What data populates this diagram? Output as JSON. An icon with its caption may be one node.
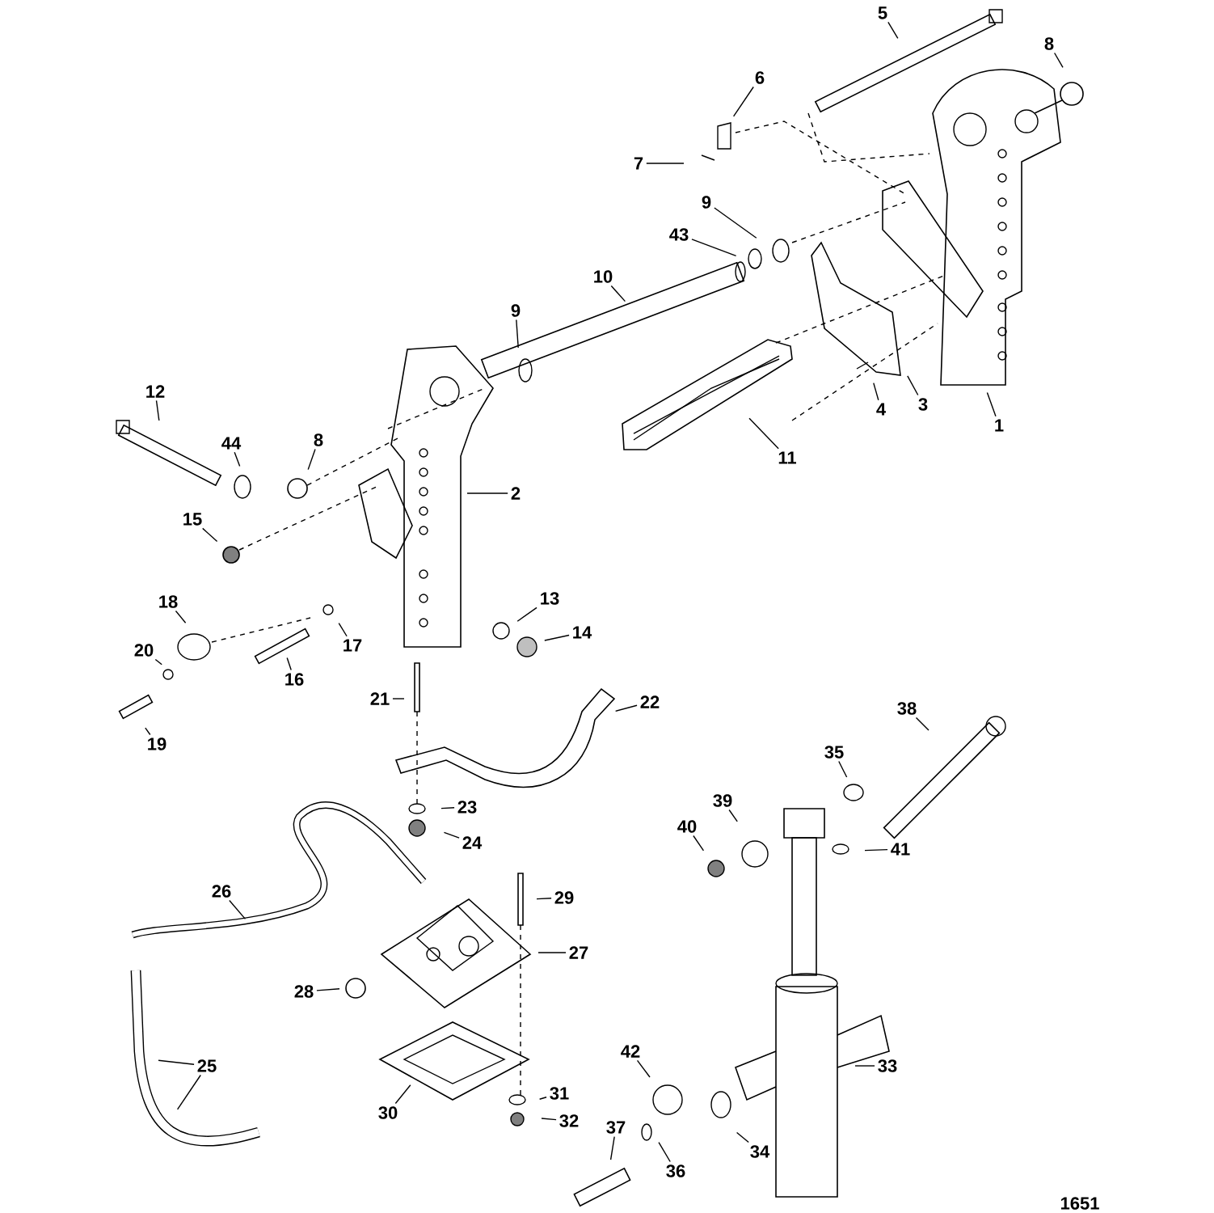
{
  "diagram": {
    "nodes": [
      {
        "text": [
          "5"
        ]
      },
      {
        "text": [
          "8"
        ]
      },
      {
        "text": [
          "6"
        ]
      },
      {
        "text": [
          "7"
        ]
      },
      {
        "text": [
          "9"
        ]
      },
      {
        "text": [
          "43"
        ]
      },
      {
        "text": [
          "10"
        ]
      },
      {
        "text": [
          "9"
        ]
      },
      {
        "text": [
          "12"
        ]
      },
      {
        "text": [
          "3"
        ]
      },
      {
        "text": [
          "4"
        ]
      },
      {
        "text": [
          "1"
        ]
      },
      {
        "text": [
          "8"
        ]
      },
      {
        "text": [
          "44"
        ]
      },
      {
        "text": [
          "11"
        ]
      },
      {
        "text": [
          "2"
        ]
      },
      {
        "text": [
          "15"
        ]
      },
      {
        "text": [
          "18"
        ]
      },
      {
        "text": [
          "13"
        ]
      },
      {
        "text": [
          "14"
        ]
      },
      {
        "text": [
          "17"
        ]
      },
      {
        "text": [
          "20"
        ]
      },
      {
        "text": [
          "16"
        ]
      },
      {
        "text": [
          "21"
        ]
      },
      {
        "text": [
          "22"
        ]
      },
      {
        "text": [
          "38"
        ]
      },
      {
        "text": [
          "19"
        ]
      },
      {
        "text": [
          "35"
        ]
      },
      {
        "text": [
          "39"
        ]
      },
      {
        "text": [
          "23"
        ]
      },
      {
        "text": [
          "40"
        ]
      },
      {
        "text": [
          "24"
        ]
      },
      {
        "text": [
          "41"
        ]
      },
      {
        "text": [
          "26"
        ]
      },
      {
        "text": [
          "29"
        ]
      },
      {
        "text": [
          "27"
        ]
      },
      {
        "text": [
          "28"
        ]
      },
      {
        "text": [
          "42"
        ]
      },
      {
        "text": [
          "25"
        ]
      },
      {
        "text": [
          "31"
        ]
      },
      {
        "text": [
          "33"
        ]
      },
      {
        "text": [
          "30"
        ]
      },
      {
        "text": [
          "32"
        ]
      },
      {
        "text": [
          "37"
        ]
      },
      {
        "text": [
          "34"
        ]
      },
      {
        "text": [
          "36"
        ]
      }
    ],
    "edges": [
      {
        "from": 0,
        "to": null,
        "arrow": "none"
      },
      {
        "from": 1,
        "to": null,
        "arrow": "none"
      },
      {
        "from": 2,
        "to": null,
        "arrow": "none"
      },
      {
        "from": 3,
        "to": null,
        "arrow": "none"
      },
      {
        "from": 4,
        "to": null,
        "arrow": "none"
      },
      {
        "from": 5,
        "to": null,
        "arrow": "none"
      },
      {
        "from": 6,
        "to": null,
        "arrow": "none"
      },
      {
        "from": 7,
        "to": null,
        "arrow": "none"
      },
      {
        "from": 8,
        "to": null,
        "arrow": "none"
      },
      {
        "from": 9,
        "to": null,
        "arrow": "none"
      },
      {
        "from": 10,
        "to": null,
        "arrow": "none"
      },
      {
        "from": 11,
        "to": null,
        "arrow": "none"
      },
      {
        "from": 12,
        "to": null,
        "arrow": "none"
      },
      {
        "from": 13,
        "to": null,
        "arrow": "none"
      },
      {
        "from": 14,
        "to": null,
        "arrow": "none"
      },
      {
        "from": 15,
        "to": null,
        "arrow": "none"
      },
      {
        "from": 16,
        "to": null,
        "arrow": "none"
      },
      {
        "from": 17,
        "to": null,
        "arrow": "none"
      },
      {
        "from": 18,
        "to": null,
        "arrow": "none"
      },
      {
        "from": 19,
        "to": null,
        "arrow": "none"
      },
      {
        "from": 20,
        "to": null,
        "arrow": "none"
      },
      {
        "from": 21,
        "to": null,
        "arrow": "none"
      },
      {
        "from": 22,
        "to": null,
        "arrow": "none"
      },
      {
        "from": 23,
        "to": null,
        "arrow": "none"
      },
      {
        "from": 24,
        "to": null,
        "arrow": "none"
      },
      {
        "from": 25,
        "to": null,
        "arrow": "none"
      },
      {
        "from": 26,
        "to": null,
        "arrow": "none"
      },
      {
        "from": 27,
        "to": null,
        "arrow": "none"
      },
      {
        "from": 28,
        "to": null,
        "arrow": "none"
      },
      {
        "from": 29,
        "to": null,
        "arrow": "none"
      },
      {
        "from": 30,
        "to": null,
        "arrow": "none"
      },
      {
        "from": 31,
        "to": null,
        "arrow": "none"
      },
      {
        "from": 32,
        "to": null,
        "arrow": "none"
      },
      {
        "from": 33,
        "to": null,
        "arrow": "none"
      },
      {
        "from": 34,
        "to": null,
        "arrow": "none"
      },
      {
        "from": 35,
        "to": null,
        "arrow": "none"
      },
      {
        "from": 36,
        "to": null,
        "arrow": "none"
      },
      {
        "from": 37,
        "to": null,
        "arrow": "none"
      },
      {
        "from": 38,
        "to": null,
        "arrow": "none"
      },
      {
        "from": 38,
        "to": null,
        "arrow": "none"
      },
      {
        "from": 39,
        "to": null,
        "arrow": "none"
      },
      {
        "from": 40,
        "to": null,
        "arrow": "none"
      },
      {
        "from": 41,
        "to": null,
        "arrow": "none"
      },
      {
        "from": 42,
        "to": null,
        "arrow": "none"
      },
      {
        "from": 43,
        "to": null,
        "arrow": "none"
      },
      {
        "from": 44,
        "to": null,
        "arrow": "none"
      },
      {
        "from": 45,
        "to": null,
        "arrow": "none"
      }
    ],
    "labels": [
      "1651"
    ]
  }
}
